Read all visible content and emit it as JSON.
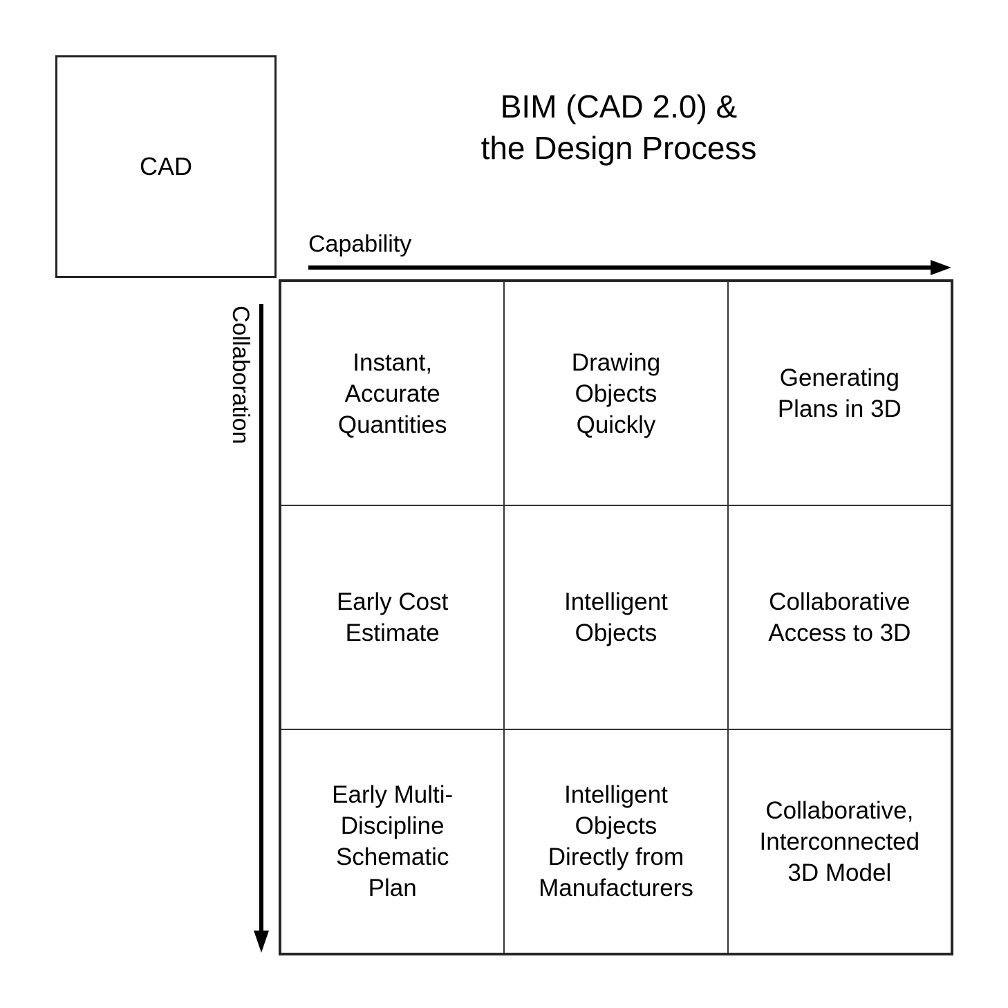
{
  "cad_box": {
    "label": "CAD"
  },
  "title": {
    "line1": "BIM (CAD 2.0) &",
    "line2": "the Design Process"
  },
  "axes": {
    "x": {
      "label": "Capability",
      "direction": "right"
    },
    "y": {
      "label": "Collaboration",
      "direction": "down"
    }
  },
  "grid": {
    "rows": [
      [
        "Instant,\nAccurate\nQuantities",
        "Drawing\nObjects\nQuickly",
        "Generating\nPlans in 3D"
      ],
      [
        "Early Cost\nEstimate",
        "Intelligent\nObjects",
        "Collaborative\nAccess to 3D"
      ],
      [
        "Early Multi-\nDiscipline\nSchematic\nPlan",
        "Intelligent\nObjects\nDirectly from\nManufacturers",
        "Collaborative,\nInterconnected\n3D Model"
      ]
    ]
  }
}
